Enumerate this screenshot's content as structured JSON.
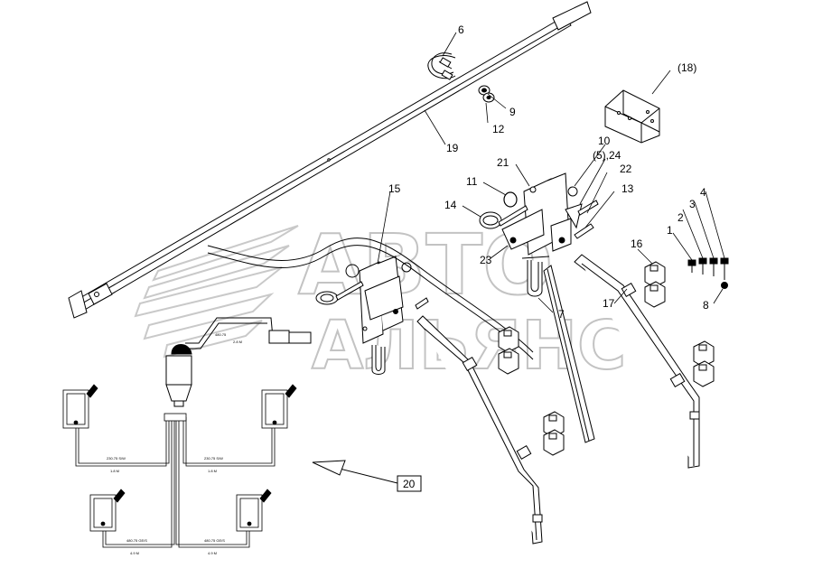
{
  "diagram": {
    "background": "#ffffff",
    "line_color": "#000000",
    "watermark_color": "#bdbdbd",
    "callouts": {
      "c6": "6",
      "c9": "9",
      "c12": "12",
      "c19": "19",
      "c18": "(18)",
      "c10": "10",
      "c5_24": "(5),24",
      "c22": "22",
      "c13": "13",
      "c21": "21",
      "c11": "11",
      "c14": "14",
      "c15": "15",
      "c23": "23",
      "c7": "7",
      "c16": "16",
      "c17": "17",
      "c1": "1",
      "c2": "2",
      "c3": "3",
      "c4": "4",
      "c8": "8",
      "c20": "20"
    },
    "wire_labels": {
      "w1": "230.75 S/W",
      "w1b": "1.8 M",
      "w2": "230.75 S/W",
      "w2b": "1.8 M",
      "w3": "480.75 GE/S",
      "w3b": "4.9 M",
      "w4": "480.75 GE/S",
      "w4b": "4.9 M",
      "w5": "480.75",
      "w5b": "2.8 M"
    },
    "watermark": {
      "line1": "АВТО",
      "line2": "АЛЬЯНС"
    }
  }
}
